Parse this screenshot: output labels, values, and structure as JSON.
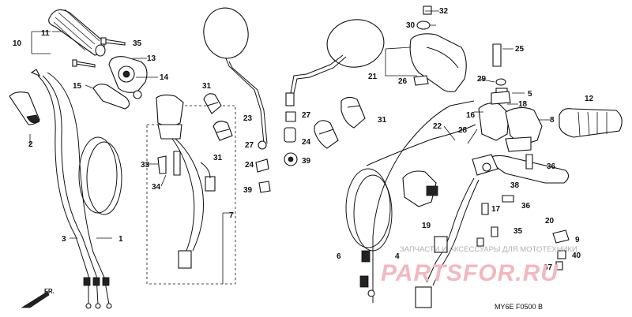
{
  "diagram": {
    "drawing_code": "MY6E F0500 B",
    "direction_label": "FR.",
    "callouts": [
      "32",
      "30",
      "25",
      "21",
      "26",
      "29",
      "5",
      "18",
      "16",
      "28",
      "22",
      "8",
      "12",
      "36",
      "38",
      "17",
      "36",
      "35",
      "9",
      "40",
      "37",
      "20",
      "19",
      "4",
      "6",
      "11",
      "10",
      "35",
      "13",
      "14",
      "15",
      "2",
      "3",
      "1",
      "31",
      "23",
      "27",
      "24",
      "27",
      "24",
      "39",
      "33",
      "34",
      "7",
      "31",
      "31",
      "39"
    ],
    "watermark": {
      "caption": "ЗАПЧАСТИ И АКСЕССУАРЫ ДЛЯ МОТОТЕХНИКИ",
      "brand": "PARTSFOR.RU"
    }
  }
}
